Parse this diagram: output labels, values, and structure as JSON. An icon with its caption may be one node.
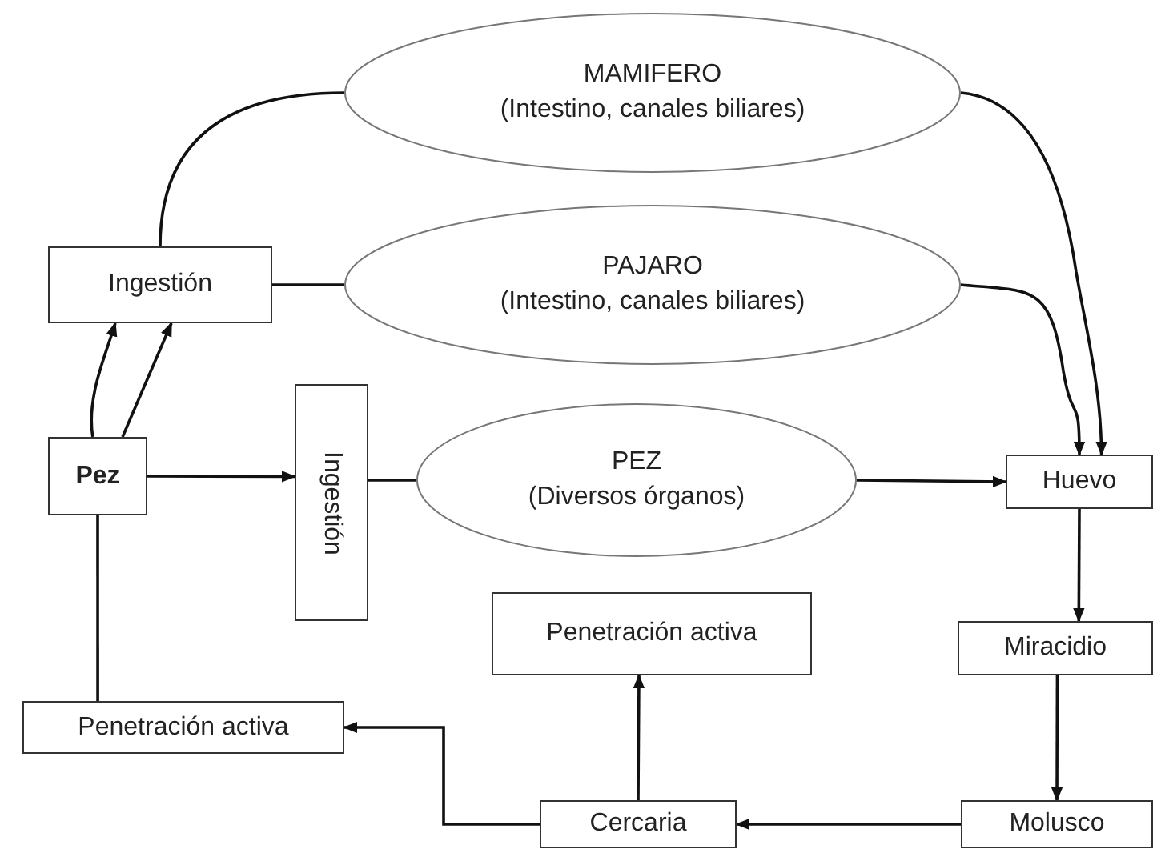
{
  "diagram": {
    "nodes": [
      {
        "text": [
          "MAMIFERO",
          "(Intestino, canales biliares)"
        ]
      },
      {
        "text": [
          "Ingestión"
        ]
      },
      {
        "text": [
          "PAJARO",
          "(Intestino, canales biliares)"
        ]
      },
      {
        "text": [
          "Pez"
        ]
      },
      {
        "text": [
          "Ingestión"
        ]
      },
      {
        "text": [
          "PEZ",
          "(Diversos órganos)"
        ]
      },
      {
        "text": [
          "Penetración activa"
        ]
      },
      {
        "text": [
          "Huevo"
        ]
      },
      {
        "text": [
          "Miracidio"
        ]
      },
      {
        "text": [
          "Penetración activa"
        ]
      },
      {
        "text": [
          "Cercaria"
        ]
      },
      {
        "text": [
          "Molusco"
        ]
      }
    ],
    "edges": [
      {
        "from": 1,
        "to": 0,
        "arrow": "none"
      },
      {
        "from": 1,
        "to": 2,
        "arrow": "none"
      },
      {
        "from": 3,
        "to": 1,
        "arrow": "to"
      },
      {
        "from": 3,
        "to": 1,
        "arrow": "to"
      },
      {
        "from": 3,
        "to": 4,
        "arrow": "to"
      },
      {
        "from": 4,
        "to": 5,
        "arrow": "none"
      },
      {
        "from": 0,
        "to": 7,
        "arrow": "to"
      },
      {
        "from": 2,
        "to": 7,
        "arrow": "to"
      },
      {
        "from": 5,
        "to": 7,
        "arrow": "to"
      },
      {
        "from": 7,
        "to": 8,
        "arrow": "to"
      },
      {
        "from": 8,
        "to": 11,
        "arrow": "to"
      },
      {
        "from": 11,
        "to": 10,
        "arrow": "to"
      },
      {
        "from": 10,
        "to": 6,
        "arrow": "to"
      },
      {
        "from": 10,
        "to": 9,
        "arrow": "to"
      },
      {
        "from": 3,
        "to": 9,
        "arrow": "none"
      }
    ]
  }
}
